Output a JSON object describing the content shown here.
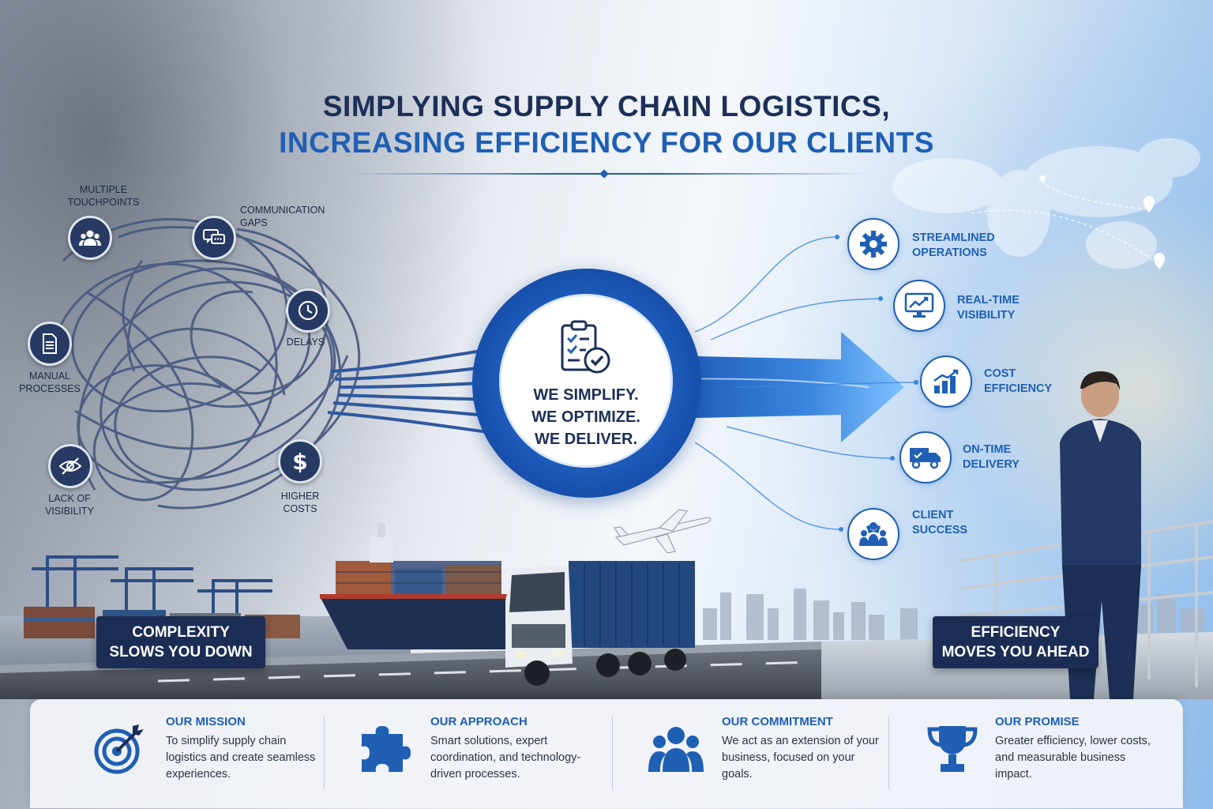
{
  "headline": {
    "line1": "SIMPLYING SUPPLY CHAIN LOGISTICS,",
    "line2": "INCREASING EFFICIENCY FOR OUR CLIENTS"
  },
  "pain_points": [
    {
      "label": "MULTIPLE\nTOUCHPOINTS",
      "icon": "group-icon"
    },
    {
      "label": "COMMUNICATION\nGAPS",
      "icon": "chat-icon"
    },
    {
      "label": "MANUAL\nPROCESSES",
      "icon": "document-icon"
    },
    {
      "label": "DELAYS",
      "icon": "clock-icon"
    },
    {
      "label": "LACK OF\nVISIBILITY",
      "icon": "eye-off-icon"
    },
    {
      "label": "HIGHER\nCOSTS",
      "icon": "dollar-icon"
    }
  ],
  "center": {
    "text": "WE SIMPLIFY.\nWE OPTIMIZE.\nWE DELIVER.",
    "icon": "clipboard-check-icon"
  },
  "benefits": [
    {
      "label": "STREAMLINED\nOPERATIONS",
      "icon": "gear-icon"
    },
    {
      "label": "REAL-TIME\nVISIBILITY",
      "icon": "monitor-chart-icon"
    },
    {
      "label": "COST\nEFFICIENCY",
      "icon": "bar-chart-up-icon"
    },
    {
      "label": "ON-TIME\nDELIVERY",
      "icon": "truck-icon"
    },
    {
      "label": "CLIENT\nSUCCESS",
      "icon": "people-success-icon"
    }
  ],
  "banners": {
    "left": "COMPLEXITY\nSLOWS YOU DOWN",
    "right": "EFFICIENCY\nMOVES YOU AHEAD"
  },
  "bottom": [
    {
      "title": "OUR MISSION",
      "text": "To simplify supply chain logistics and create seamless experiences.",
      "icon": "target-icon"
    },
    {
      "title": "OUR APPROACH",
      "text": "Smart solutions, expert coordination, and technology-driven processes.",
      "icon": "puzzle-icon"
    },
    {
      "title": "OUR COMMITMENT",
      "text": "We act as an extension of your business, focused on your goals.",
      "icon": "team-icon"
    },
    {
      "title": "OUR PROMISE",
      "text": "Greater efficiency, lower costs, and measurable business impact.",
      "icon": "trophy-icon"
    }
  ],
  "colors": {
    "navy": "#1b2d55",
    "brand_blue": "#1f5fb4",
    "light_blue": "#3b86df"
  }
}
